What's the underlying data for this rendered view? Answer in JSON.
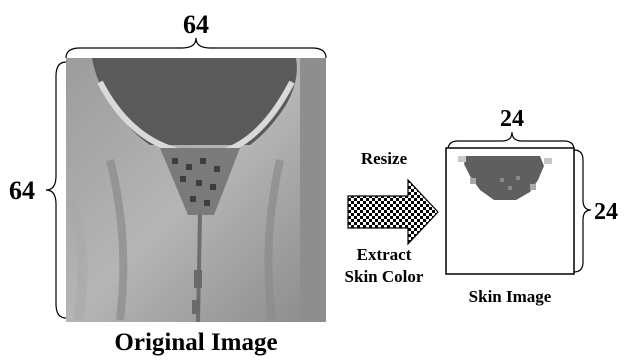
{
  "labels": {
    "top_dim": "64",
    "left_dim": "64",
    "original_caption": "Original Image",
    "skin_top_dim": "24",
    "skin_right_dim": "24",
    "skin_caption": "Skin Image",
    "resize": "Resize",
    "extract_line1": "Extract",
    "extract_line2": "Skin Color"
  }
}
